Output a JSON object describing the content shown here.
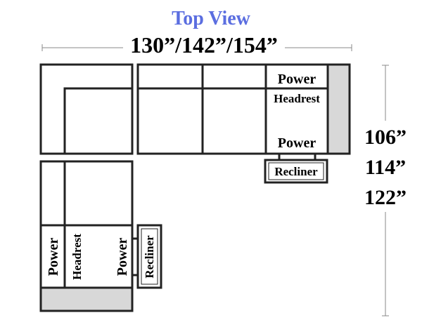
{
  "title": "Top View",
  "width_label": "130”/142”/154”",
  "depth_labels": [
    "106”",
    "114”",
    "122”"
  ],
  "right_section": {
    "power_top": "Power",
    "headrest": "Headrest",
    "power_bottom": "Power",
    "recliner": "Recliner"
  },
  "left_section": {
    "power_left": "Power",
    "headrest": "Headrest",
    "power_right": "Power",
    "recliner": "Recliner"
  },
  "colors": {
    "title": "#5b6ee0",
    "outline": "#222222",
    "arm_fill": "#d8d8d8",
    "dimension_line": "#888888"
  }
}
